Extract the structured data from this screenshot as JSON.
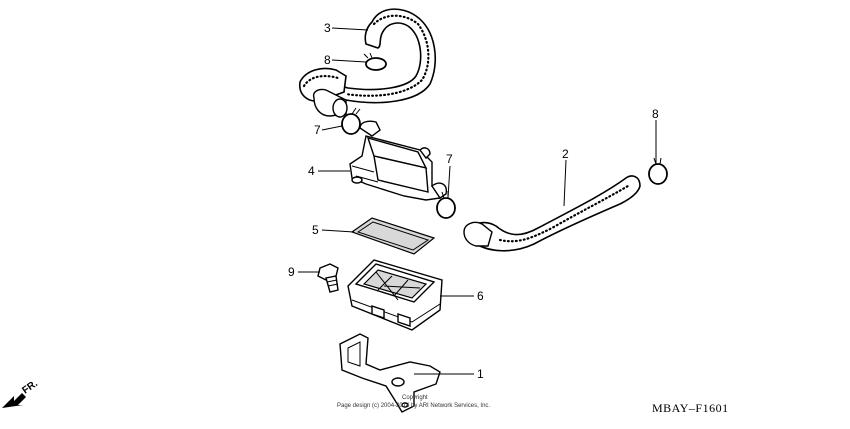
{
  "callouts": [
    {
      "id": "c1",
      "label": "1"
    },
    {
      "id": "c2",
      "label": "2"
    },
    {
      "id": "c3",
      "label": "3"
    },
    {
      "id": "c4",
      "label": "4"
    },
    {
      "id": "c5",
      "label": "5"
    },
    {
      "id": "c6",
      "label": "6"
    },
    {
      "id": "c7a",
      "label": "7"
    },
    {
      "id": "c7b",
      "label": "7"
    },
    {
      "id": "c8a",
      "label": "8"
    },
    {
      "id": "c8b",
      "label": "8"
    },
    {
      "id": "c9",
      "label": "9"
    }
  ],
  "diagram_code": "MBAY–F1601",
  "copyright_line1": "Copyright",
  "copyright_line2": "Page design (c) 2004-2014 by ARI Network Services, Inc.",
  "direction_label": "FR.",
  "icons": [
    "front-direction-arrow-icon"
  ]
}
